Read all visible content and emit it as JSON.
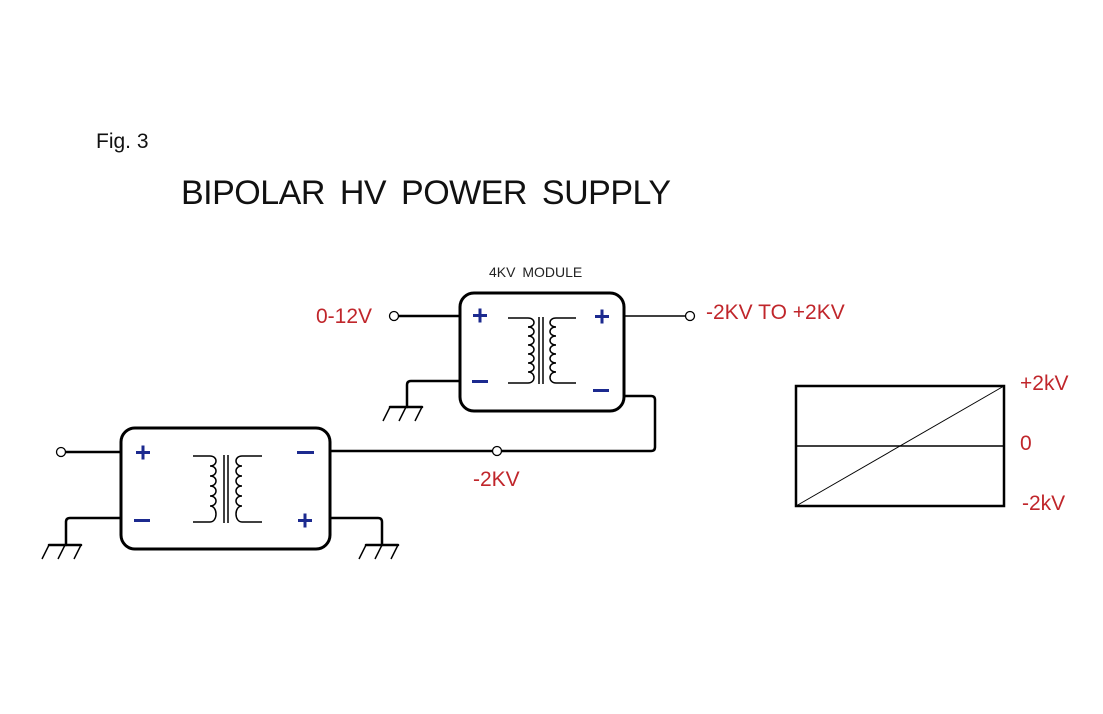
{
  "figure": {
    "label": "Fig. 3",
    "title": "BIPOLAR  HV  POWER SUPPLY"
  },
  "top_module": {
    "label": "4KV MODULE",
    "input_label": "0-12V",
    "output_label": "-2KV TO +2KV",
    "terminals": {
      "in_pos": "+",
      "in_neg": "−",
      "out_pos": "+",
      "out_neg": "−"
    }
  },
  "bottom_module": {
    "terminals": {
      "in_pos": "+",
      "in_neg": "−",
      "out_neg": "−",
      "out_pos": "+"
    },
    "output_label": "-2KV"
  },
  "output_graph": {
    "labels": {
      "top": "+2kV",
      "mid": "0",
      "bottom": "-2kV"
    },
    "range_kv": [
      -2,
      2
    ],
    "ramp": "linear from -2kV to +2kV"
  },
  "colors": {
    "label_red": "#c0262b",
    "polarity_blue": "#1c2a8f",
    "line": "#000000"
  }
}
